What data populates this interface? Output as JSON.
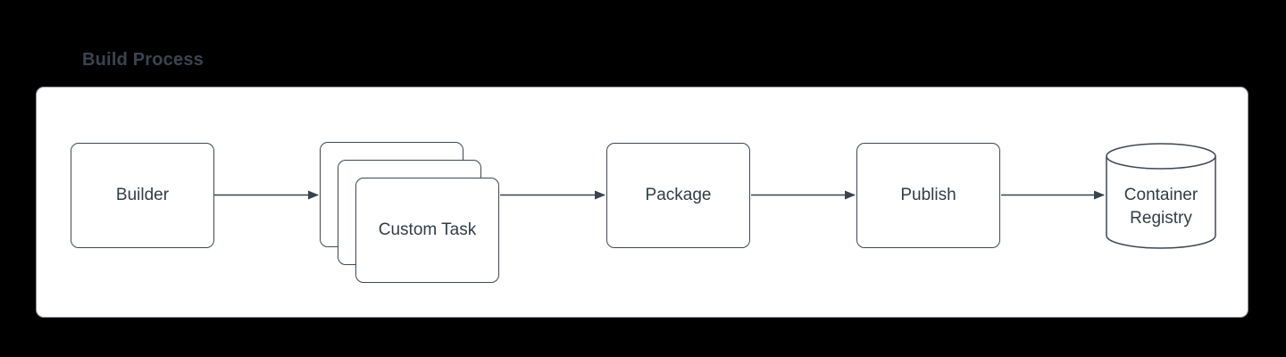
{
  "diagram": {
    "title": "Build Process",
    "nodes": [
      {
        "id": "builder",
        "label": "Builder",
        "shape": "rounded-rectangle"
      },
      {
        "id": "custom-task",
        "label": "Custom Task",
        "shape": "stacked-rounded-rectangles",
        "stack_count": 3
      },
      {
        "id": "package",
        "label": "Package",
        "shape": "rounded-rectangle"
      },
      {
        "id": "publish",
        "label": "Publish",
        "shape": "rounded-rectangle"
      },
      {
        "id": "container-registry",
        "label": "Container Registry",
        "shape": "database-cylinder"
      }
    ],
    "edges": [
      {
        "from": "builder",
        "to": "custom-task",
        "style": "arrow"
      },
      {
        "from": "custom-task",
        "to": "package",
        "style": "arrow"
      },
      {
        "from": "package",
        "to": "publish",
        "style": "arrow"
      },
      {
        "from": "publish",
        "to": "container-registry",
        "style": "arrow"
      }
    ],
    "colors": {
      "page_background": "#000000",
      "panel_background": "#ffffff",
      "panel_border": "#878f98",
      "shape_stroke": "#3e4853",
      "text": "#333c46",
      "title_text": "#3a4450",
      "connector": "#3a434e"
    }
  }
}
